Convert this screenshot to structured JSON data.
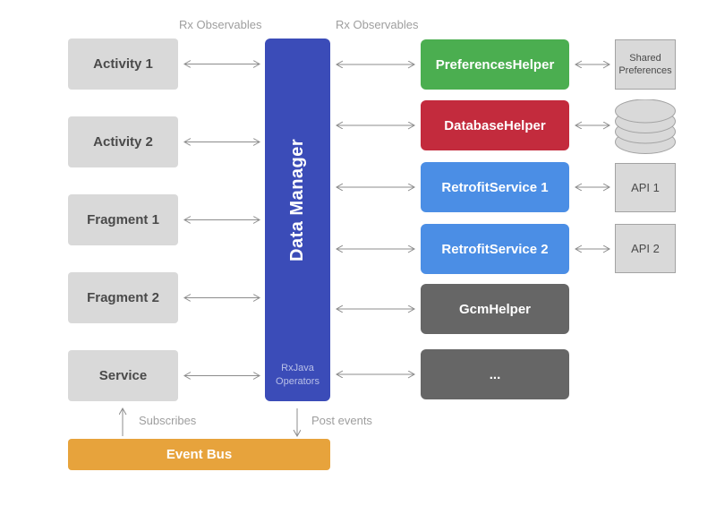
{
  "diagram": {
    "annotations": {
      "rx_observables_left": "Rx Observables",
      "rx_observables_right": "Rx Observables",
      "subscribes": "Subscribes",
      "post_events": "Post events"
    },
    "left_column": [
      {
        "label": "Activity 1"
      },
      {
        "label": "Activity 2"
      },
      {
        "label": "Fragment 1"
      },
      {
        "label": "Fragment 2"
      },
      {
        "label": "Service"
      }
    ],
    "center": {
      "title": "Data Manager",
      "subtitle": "RxJava\nOperators",
      "color": "#3b4cb8"
    },
    "helpers": [
      {
        "label": "PreferencesHelper",
        "color": "#4bae50"
      },
      {
        "label": "DatabaseHelper",
        "color": "#c32b3d"
      },
      {
        "label": "RetrofitService 1",
        "color": "#4b8ee5"
      },
      {
        "label": "RetrofitService 2",
        "color": "#4b8ee5"
      },
      {
        "label": "GcmHelper",
        "color": "#666666"
      },
      {
        "label": "...",
        "color": "#666666"
      }
    ],
    "externals": {
      "shared_preferences": "Shared Preferences",
      "database_icon": "database-cylinder-icon",
      "api_1": "API 1",
      "api_2": "API 2"
    },
    "event_bus": {
      "label": "Event Bus",
      "color": "#e7a33c"
    },
    "colors": {
      "left_box_fill": "#d9d9d9",
      "external_fill": "#d9d9d9",
      "external_border": "#a3a3a3",
      "arrow": "#8c8c8c",
      "annotation_text": "#9e9e9e"
    }
  }
}
